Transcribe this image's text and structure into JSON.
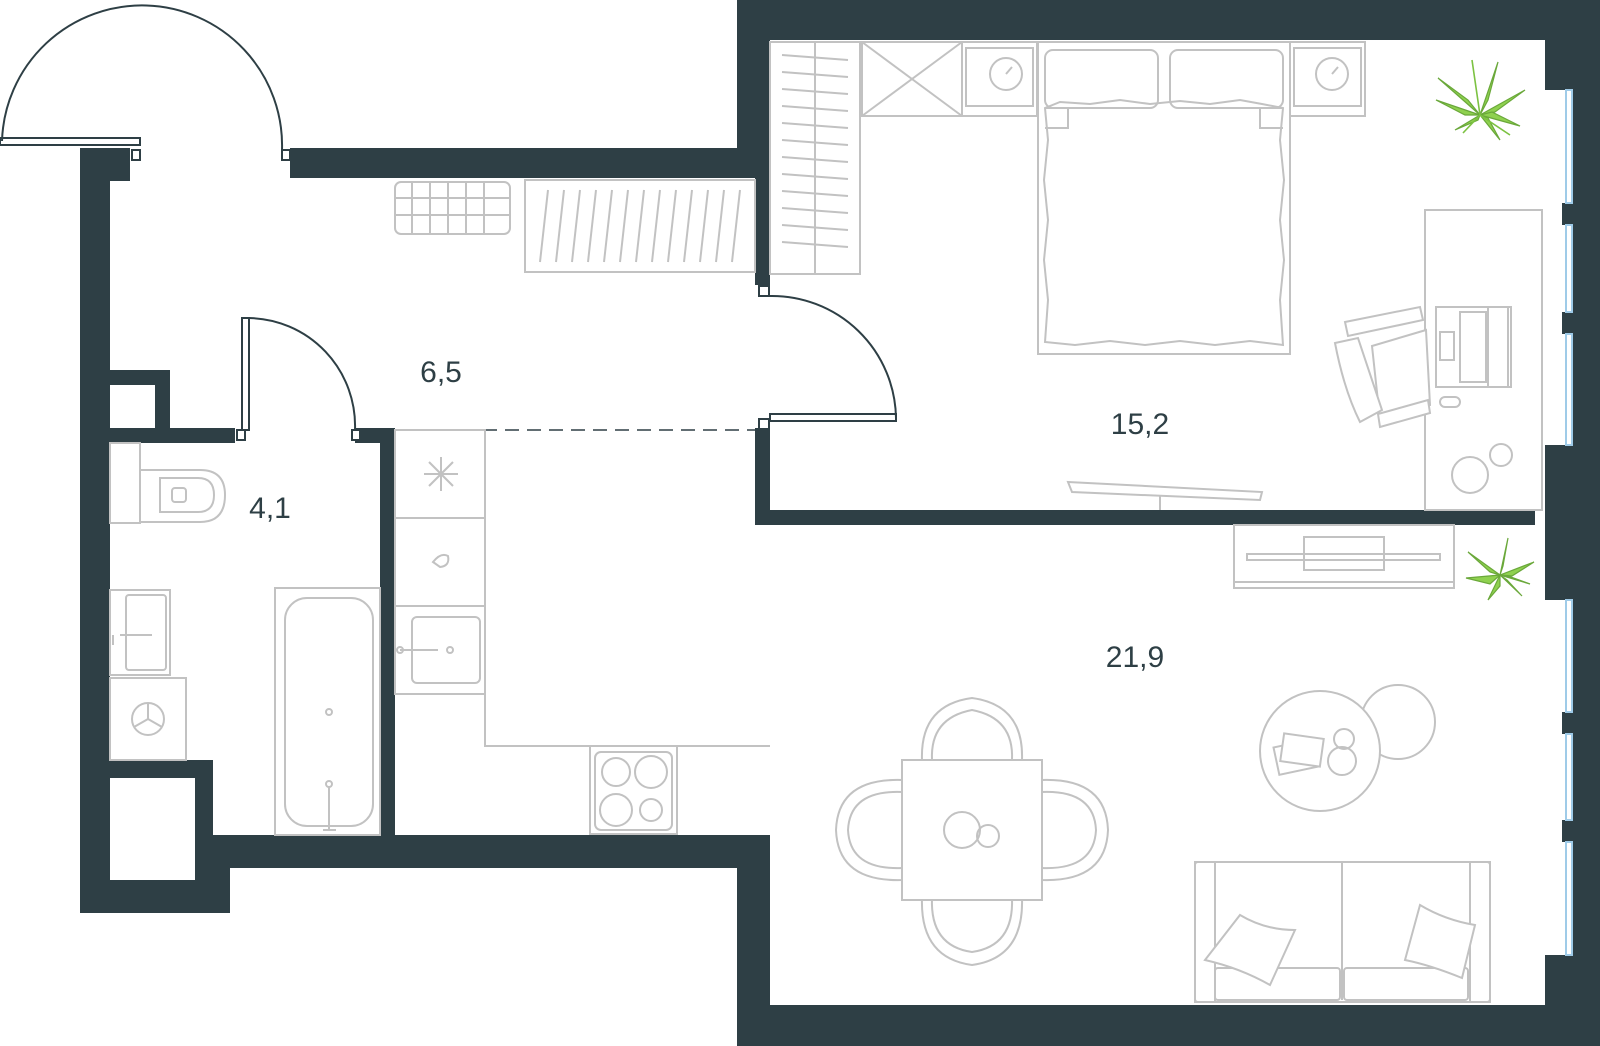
{
  "plan": {
    "rooms": [
      {
        "id": "hallway",
        "area_label": "6,5"
      },
      {
        "id": "bedroom",
        "area_label": "15,2"
      },
      {
        "id": "bathroom",
        "area_label": "4,1"
      },
      {
        "id": "living-kitchen",
        "area_label": "21,9"
      }
    ]
  },
  "colors": {
    "wall": "#2e3f45",
    "furniture_outline": "#c2c2c2",
    "plant": "#7cc242",
    "window_glass": "#9fcbe8"
  }
}
